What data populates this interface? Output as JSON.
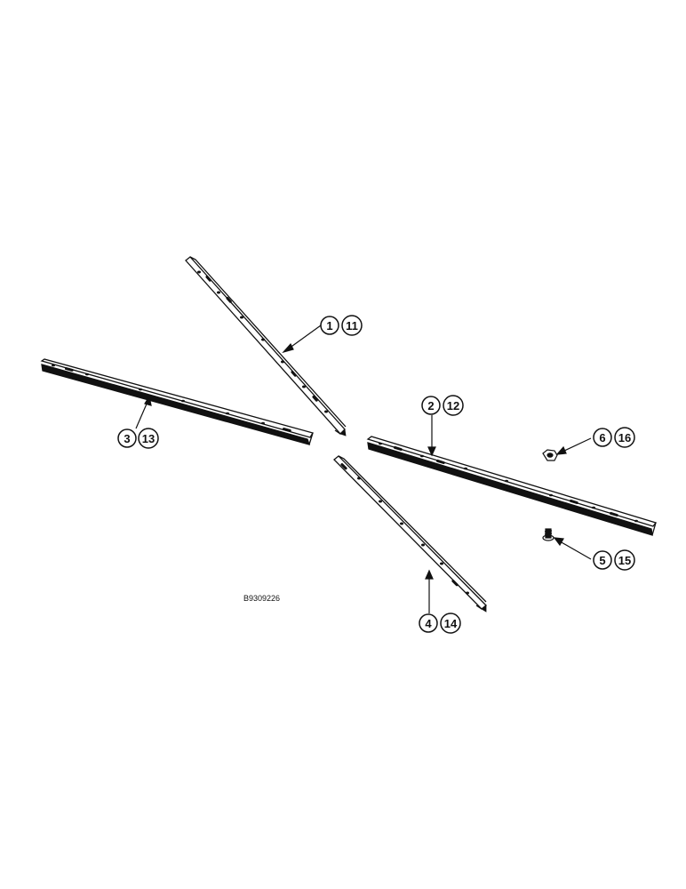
{
  "drawing": {
    "reference_code": "B9309226"
  },
  "callouts": [
    {
      "id": "rail-upper-left",
      "left": "1",
      "right": "11"
    },
    {
      "id": "rail-right",
      "left": "2",
      "right": "12"
    },
    {
      "id": "rail-left",
      "left": "3",
      "right": "13"
    },
    {
      "id": "rail-lower",
      "left": "4",
      "right": "14"
    },
    {
      "id": "bolt",
      "left": "5",
      "right": "15"
    },
    {
      "id": "nut",
      "left": "6",
      "right": "16"
    }
  ],
  "colors": {
    "line": "#111111",
    "background": "#ffffff"
  }
}
